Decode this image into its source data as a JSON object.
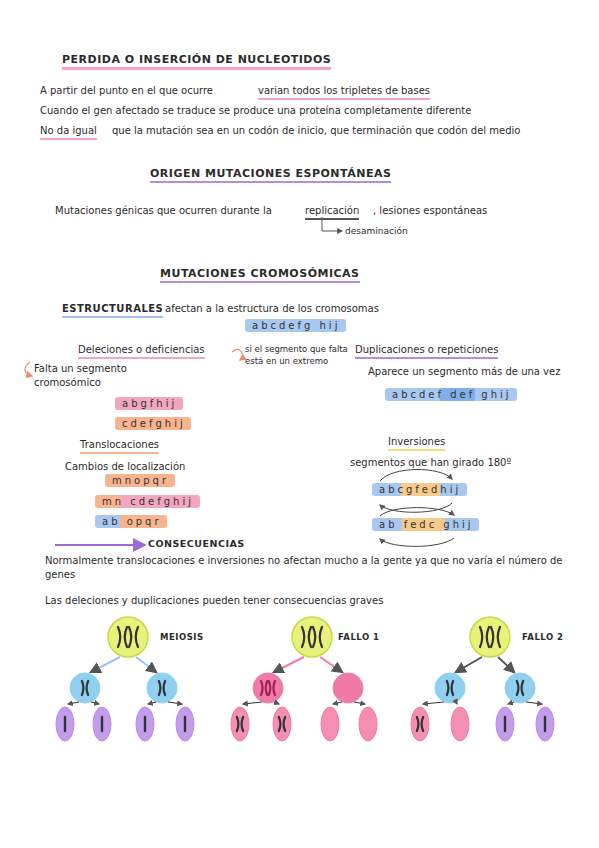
{
  "diagram": {
    "title": "PERDIDA O INSERCIÓN DE NUCLEOTIDOS",
    "nodes": [
      {
        "text": [
          "abcdefg hij"
        ]
      },
      {
        "text": [
          "abgfhij"
        ]
      },
      {
        "text": [
          "cdefghij"
        ]
      },
      {
        "text": [
          "abcdef def ghij"
        ]
      },
      {
        "text": [
          "mnopqr"
        ]
      },
      {
        "text": [
          "mn cdefghij"
        ]
      },
      {
        "text": [
          "ab opqr"
        ]
      },
      {
        "text": [
          "abcgfedhij"
        ]
      },
      {
        "text": [
          "ab fedc ghij"
        ]
      }
    ],
    "labels": [
      "A partir del punto en el que ocurre",
      "varian todos los tripletes de bases",
      "Cuando el gen afectado se traduce se produce una proteína completamente diferente",
      "No da igual",
      "que la mutación sea en un codón de inicio, que terminación que codón del medio",
      "ORIGEN MUTACIONES ESPONTÁNEAS",
      "Mutaciones génicas que ocurren durante la",
      "replicación",
      ", lesiones espontáneas",
      "desaminación",
      "MUTACIONES CROMOSÓMICAS",
      "ESTRUCTURALES",
      "afectan a la estructura de los cromosomas",
      "Deleciones o deficiencias",
      "si el segmento que falta está en un extremo",
      "Falta un segmento cromosómico",
      "Duplicaciones o repeticiones",
      "Aparece un segmento más de una vez",
      "Translocaciones",
      "Cambios de localización",
      "Inversiones",
      "segmentos que han girado 180º",
      "CONSECUENCIAS",
      "Normalmente translocaciones e inversiones no afectan mucho a la gente ya que no varía el número de genes",
      "Las deleciones y duplicaciones pueden tener consecuencias graves",
      "MEIOSIS",
      "FALLO 1",
      "FALLO 2"
    ]
  }
}
